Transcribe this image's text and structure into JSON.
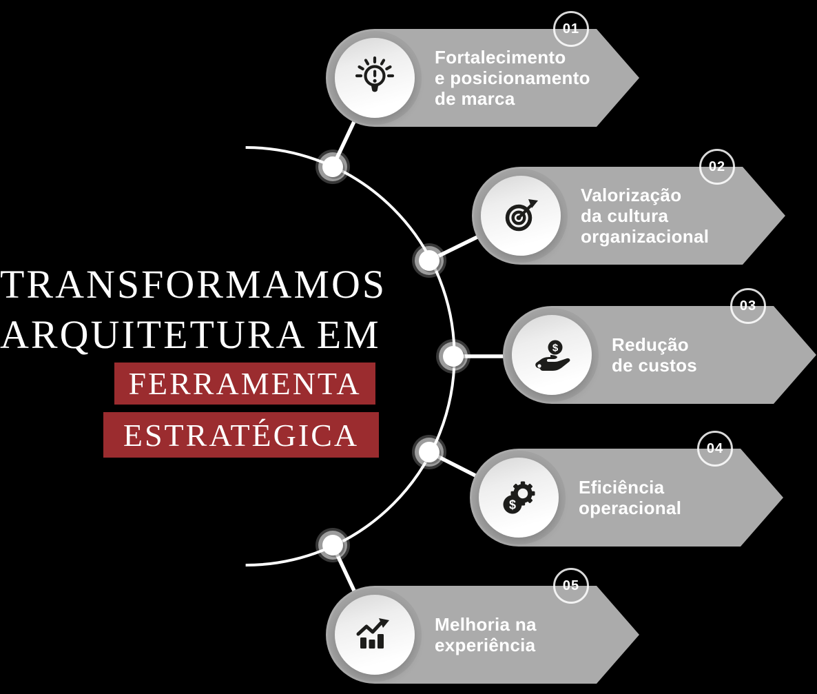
{
  "background_color": "#000000",
  "title": {
    "line1": "TRANSFORMAMOS",
    "line2": "ARQUITETURA EM",
    "highlight1": "FERRAMENTA",
    "highlight2": "ESTRATÉGICA",
    "text_color": "#ffffff",
    "highlight_bg_color": "#9b2c2f"
  },
  "items": [
    {
      "number": "01",
      "icon": "lightbulb-exclamation-icon",
      "lines": [
        "Fortalecimento",
        "e posicionamento",
        "de marca"
      ]
    },
    {
      "number": "02",
      "icon": "target-arrow-icon",
      "lines": [
        "Valorização",
        "da cultura",
        "organizacional"
      ]
    },
    {
      "number": "03",
      "icon": "hand-coin-icon",
      "lines": [
        "Redução",
        "de custos"
      ]
    },
    {
      "number": "04",
      "icon": "gear-dollar-icon",
      "lines": [
        "Eficiência",
        "operacional"
      ]
    },
    {
      "number": "05",
      "icon": "growth-chart-icon",
      "lines": [
        "Melhoria na",
        "experiência"
      ]
    }
  ],
  "colors": {
    "banner_gray": "#ababab",
    "icon_black": "#1d1d1b",
    "connector_white": "#ffffff",
    "badge_text": "#ffffff",
    "banner_text": "#ffffff"
  }
}
